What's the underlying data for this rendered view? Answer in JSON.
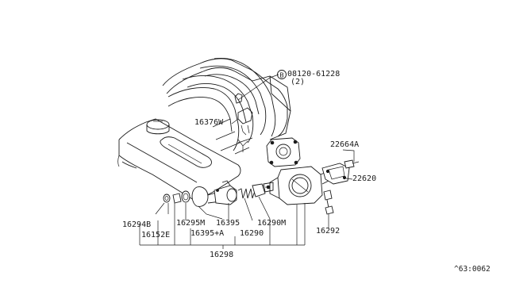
{
  "callouts": {
    "bolt_part": "08120-61228",
    "bolt_qty": "(2)",
    "bolt_symbol": "B",
    "p16376w": "16376W",
    "p22664a": "22664A",
    "p22620": "22620",
    "p16294b": "16294B",
    "p16152e": "16152E",
    "p16295m": "16295M",
    "p16395": "16395",
    "p16395a": "16395+A",
    "p16290m": "16290M",
    "p16290": "16290",
    "p16292": "16292",
    "p16298": "16298"
  },
  "diagram_id": "^63:0062"
}
